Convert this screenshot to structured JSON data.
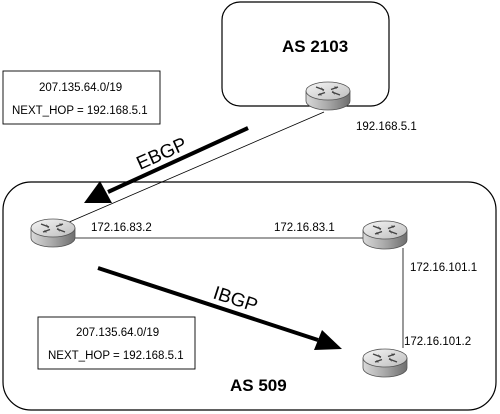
{
  "as_top": {
    "title": "AS 2103"
  },
  "as_bottom": {
    "title": "AS 509"
  },
  "routers": {
    "r2103": {
      "label": "192.168.5.1",
      "icon": "router-icon"
    },
    "ebgp_peer": {
      "label": "172.16.83.2",
      "icon": "router-icon"
    },
    "core": {
      "label": "172.16.83.1",
      "icon": "router-icon"
    },
    "core_down": {
      "label": "172.16.101.1"
    },
    "edge": {
      "label": "172.16.101.2",
      "icon": "router-icon"
    }
  },
  "protocols": {
    "ebgp": "EBGP",
    "ibgp": "IBGP"
  },
  "update_top": {
    "prefix": "207.135.64.0/19",
    "next_hop": "NEXT_HOP = 192.168.5.1"
  },
  "update_bottom": {
    "prefix": "207.135.64.0/19",
    "next_hop": "NEXT_HOP = 192.168.5.1"
  },
  "colors": {
    "stroke": "#000000",
    "router_light": "#ececec",
    "router_dark": "#8a8a8a"
  }
}
